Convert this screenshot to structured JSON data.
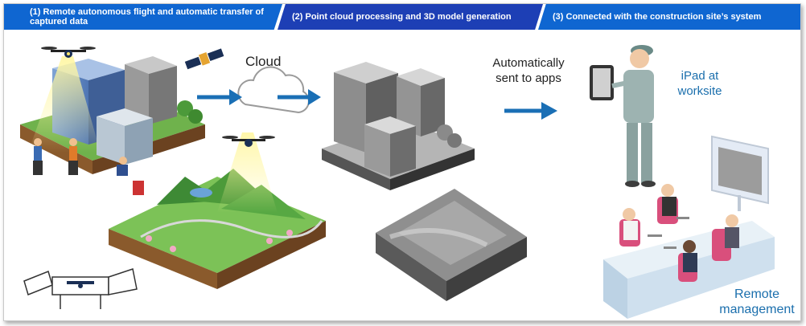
{
  "steps": [
    {
      "label": "(1) Remote autonomous flight and automatic transfer of captured data"
    },
    {
      "label": "(2) Point cloud processing and 3D model generation"
    },
    {
      "label": "(3) Connected with the construction site’s system"
    }
  ],
  "labels": {
    "cloud": "Cloud",
    "auto_sent": "Automatically sent to apps",
    "ipad": "iPad at worksite",
    "remote": "Remote management"
  },
  "colors": {
    "banner_primary": "#0f66d1",
    "banner_secondary": "#1d3fb5",
    "arrow": "#1a6fb5",
    "caption_blue": "#1b6fad"
  }
}
